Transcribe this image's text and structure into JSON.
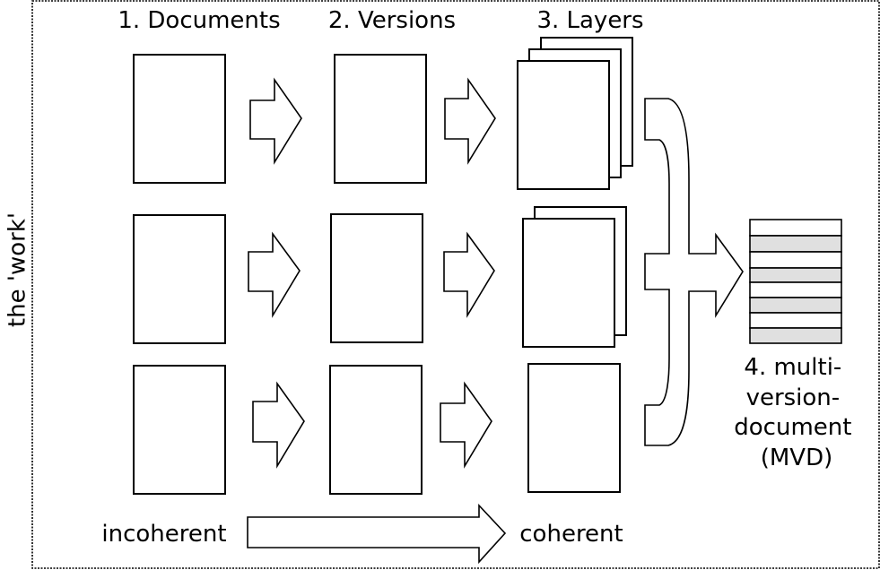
{
  "side_label": "the 'work'",
  "columns": [
    {
      "title": "1. Documents"
    },
    {
      "title": "2. Versions"
    },
    {
      "title": "3. Layers"
    }
  ],
  "mvd_label_lines": [
    "4. multi-",
    "version-",
    "document",
    "(MVD)"
  ],
  "bottom": {
    "start_label": "incoherent",
    "end_label": "coherent"
  }
}
